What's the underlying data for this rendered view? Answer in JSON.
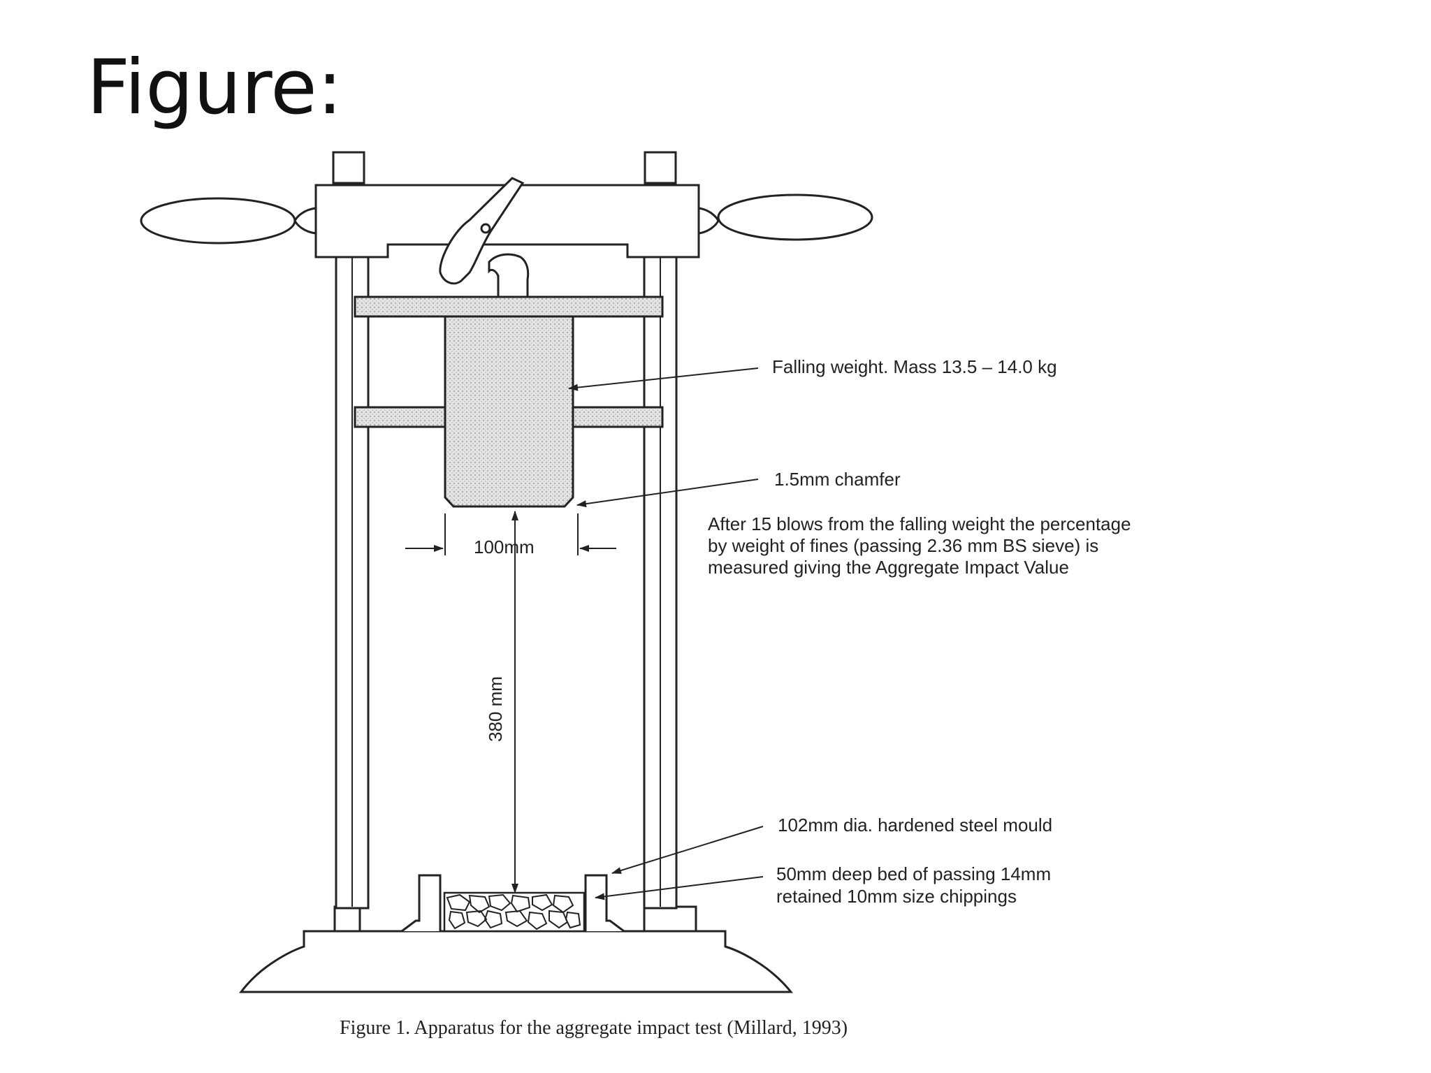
{
  "slide": {
    "title": "Figure:"
  },
  "diagram": {
    "callouts": {
      "falling_weight": "Falling weight. Mass 13.5 – 14.0 kg",
      "chamfer": "1.5mm chamfer",
      "note_lines": [
        "After 15 blows from the falling weight the percentage",
        "by weight of fines (passing 2.36 mm BS sieve) is",
        "measured giving the Aggregate Impact Value"
      ],
      "mould": "102mm dia. hardened steel mould",
      "bed_lines": [
        "50mm deep bed of passing 14mm",
        "retained 10mm size chippings"
      ]
    },
    "dimensions": {
      "width_label": "100mm",
      "drop_height_label": "380 mm"
    },
    "caption": "Figure 1. Apparatus for the aggregate impact test (Millard, 1993)"
  },
  "colors": {
    "line": "#222222",
    "weight_fill": "#dcdcdc",
    "background": "#ffffff"
  }
}
